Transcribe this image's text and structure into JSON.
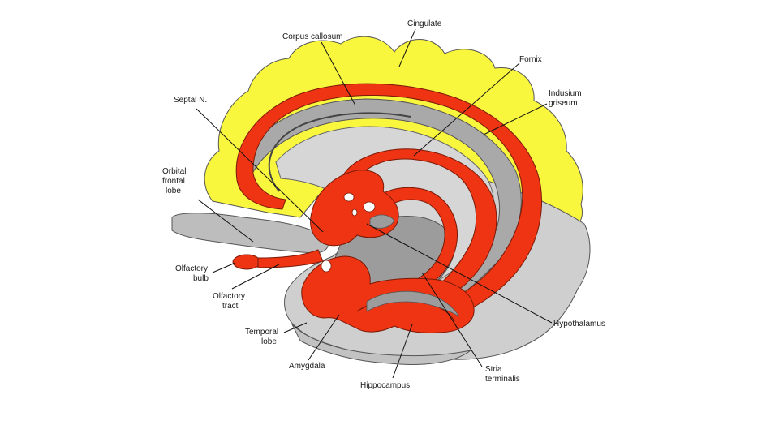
{
  "colors": {
    "cortex": "#f9f63e",
    "limbic": "#ee3412",
    "gray_light": "#cfcfcf",
    "gray_mid": "#a9a9a9",
    "gray_dark": "#8c8c8c",
    "outline": "#555555"
  },
  "labels": {
    "cingulate": "Cingulate",
    "corpus_callosum": "Corpus callosum",
    "fornix": "Fornix",
    "indusium": [
      "Indusium",
      "griseum"
    ],
    "septal": "Septal N.",
    "orbital": [
      "Orbital",
      "frontal",
      "lobe"
    ],
    "olfactory_bulb": [
      "Olfactory",
      "bulb"
    ],
    "olfactory_tract": [
      "Olfactory",
      "tract"
    ],
    "temporal": [
      "Temporal",
      "lobe"
    ],
    "amygdala": "Amygdala",
    "hippocampus": "Hippocampus",
    "stria": [
      "Stria",
      "terminalis"
    ],
    "hypothalamus": "Hypothalamus"
  }
}
